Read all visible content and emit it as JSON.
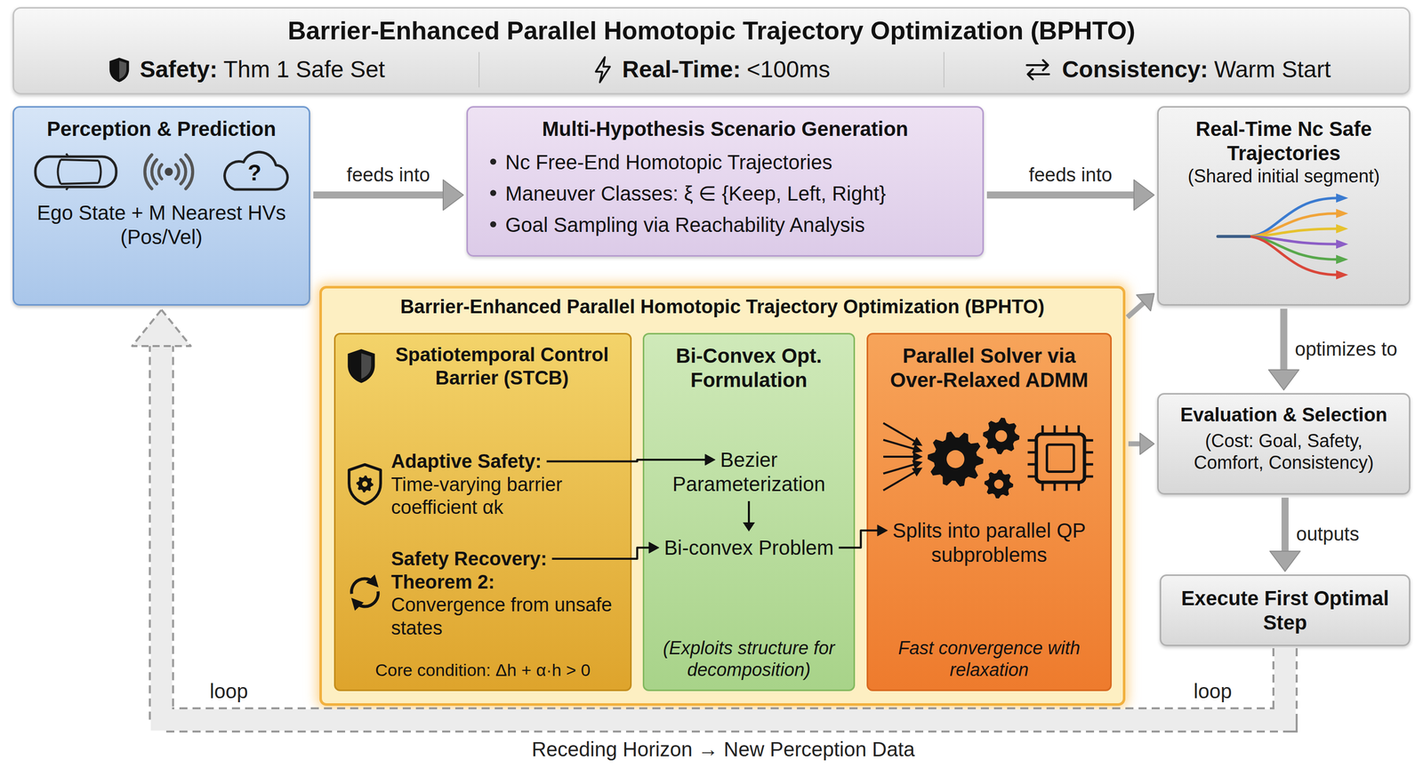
{
  "diagram": {
    "title": "Barrier-Enhanced Parallel Homotopic Trajectory Optimization (BPHTO)",
    "nodes": [
      {
        "text": [
          "Perception & Prediction",
          "Ego State + M Nearest HVs (Pos/Vel)"
        ]
      },
      {
        "text": [
          "Multi-Hypothesis Scenario Generation",
          "Nc Free-End Homotopic Trajectories",
          "Maneuver Classes: ξ ∈ {Keep, Left, Right}",
          "Goal Sampling via Reachability Analysis"
        ]
      },
      {
        "text": [
          "Real-Time Nc Safe Trajectories",
          "(Shared initial segment)"
        ]
      },
      {
        "text": [
          "Barrier-Enhanced Parallel Homotopic Trajectory Optimization (BPHTO)"
        ]
      },
      {
        "text": [
          "Spatiotemporal Control Barrier (STCB)",
          "Adaptive Safety:",
          "Time-varying barrier coefficient αk",
          "Safety Recovery: Theorem 2:",
          "Convergence from unsafe states",
          "Core condition: Δh + α·h > 0"
        ],
        "in": 3
      },
      {
        "text": [
          "Bi-Convex Opt. Formulation",
          "Bezier Parameterization",
          "Bi-convex Problem",
          "(Exploits structure for decomposition)"
        ],
        "in": 3
      },
      {
        "text": [
          "Parallel Solver via Over-Relaxed ADMM",
          "Splits into parallel QP subproblems",
          "Fast convergence with relaxation"
        ],
        "in": 3
      },
      {
        "text": [
          "Evaluation & Selection",
          "(Cost: Goal, Safety, Comfort, Consistency)"
        ]
      },
      {
        "text": [
          "Execute First Optimal Step"
        ]
      }
    ],
    "edges": [
      {
        "from": 0,
        "to": 1,
        "label": "feeds into",
        "arrow": "to"
      },
      {
        "from": 1,
        "to": 2,
        "label": "feeds into",
        "arrow": "to"
      },
      {
        "from": 3,
        "to": 2,
        "arrow": "to"
      },
      {
        "from": 2,
        "to": 7,
        "label": "optimizes to",
        "arrow": "to"
      },
      {
        "from": 3,
        "to": 7,
        "arrow": "to"
      },
      {
        "from": 7,
        "to": 8,
        "label": "outputs",
        "arrow": "to"
      },
      {
        "from": 8,
        "to": 0,
        "label": "Receding Horizon → New Perception Data",
        "arrow": "to"
      },
      {
        "from": 4,
        "to": 5,
        "arrow": "to"
      },
      {
        "from": 4,
        "to": 5,
        "arrow": "to"
      },
      {
        "from": 5,
        "to": 6,
        "arrow": "to"
      }
    ],
    "labels": [
      "Safety:",
      "Thm 1 Safe Set",
      "Real-Time:",
      "<100ms",
      "Consistency:",
      "Warm Start",
      "?",
      "loop",
      "loop"
    ]
  }
}
